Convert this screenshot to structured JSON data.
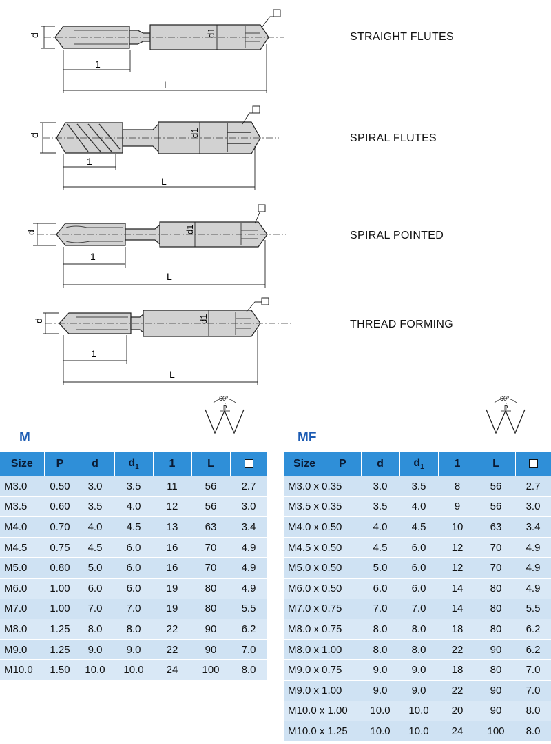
{
  "diagrams": [
    {
      "label": "STRAIGHT FLUTES",
      "dims": {
        "d": "d",
        "d1": "d1",
        "one": "1",
        "L": "L"
      }
    },
    {
      "label": "SPIRAL FLUTES",
      "dims": {
        "d": "d",
        "d1": "d1",
        "one": "1",
        "L": "L"
      }
    },
    {
      "label": "SPIRAL POINTED",
      "dims": {
        "d": "d",
        "d1": "d1",
        "one": "1",
        "L": "L"
      }
    },
    {
      "label": "THREAD FORMING",
      "dims": {
        "d": "d",
        "d1": "d1",
        "one": "1",
        "L": "L"
      }
    }
  ],
  "thread_profile": {
    "angle": "60°",
    "pitch": "P"
  },
  "tables": {
    "m": {
      "title": "M",
      "headers": [
        "Size",
        "P",
        "d",
        "d1",
        "1",
        "L",
        "□"
      ],
      "rows": [
        [
          "M3.0",
          "0.50",
          "3.0",
          "3.5",
          "11",
          "56",
          "2.7"
        ],
        [
          "M3.5",
          "0.60",
          "3.5",
          "4.0",
          "12",
          "56",
          "3.0"
        ],
        [
          "M4.0",
          "0.70",
          "4.0",
          "4.5",
          "13",
          "63",
          "3.4"
        ],
        [
          "M4.5",
          "0.75",
          "4.5",
          "6.0",
          "16",
          "70",
          "4.9"
        ],
        [
          "M5.0",
          "0.80",
          "5.0",
          "6.0",
          "16",
          "70",
          "4.9"
        ],
        [
          "M6.0",
          "1.00",
          "6.0",
          "6.0",
          "19",
          "80",
          "4.9"
        ],
        [
          "M7.0",
          "1.00",
          "7.0",
          "7.0",
          "19",
          "80",
          "5.5"
        ],
        [
          "M8.0",
          "1.25",
          "8.0",
          "8.0",
          "22",
          "90",
          "6.2"
        ],
        [
          "M9.0",
          "1.25",
          "9.0",
          "9.0",
          "22",
          "90",
          "7.0"
        ],
        [
          "M10.0",
          "1.50",
          "10.0",
          "10.0",
          "24",
          "100",
          "8.0"
        ]
      ]
    },
    "mf": {
      "title": "MF",
      "headers": [
        "Size",
        "P",
        "d",
        "d1",
        "1",
        "L",
        "□"
      ],
      "rows": [
        [
          "M3.0 x 0.35",
          "3.0",
          "3.5",
          "8",
          "56",
          "2.7"
        ],
        [
          "M3.5 x 0.35",
          "3.5",
          "4.0",
          "9",
          "56",
          "3.0"
        ],
        [
          "M4.0 x 0.50",
          "4.0",
          "4.5",
          "10",
          "63",
          "3.4"
        ],
        [
          "M4.5 x 0.50",
          "4.5",
          "6.0",
          "12",
          "70",
          "4.9"
        ],
        [
          "M5.0 x 0.50",
          "5.0",
          "6.0",
          "12",
          "70",
          "4.9"
        ],
        [
          "M6.0 x 0.50",
          "6.0",
          "6.0",
          "14",
          "80",
          "4.9"
        ],
        [
          "M7.0 x 0.75",
          "7.0",
          "7.0",
          "14",
          "80",
          "5.5"
        ],
        [
          "M8.0 x 0.75",
          "8.0",
          "8.0",
          "18",
          "80",
          "6.2"
        ],
        [
          "M8.0 x 1.00",
          "8.0",
          "8.0",
          "22",
          "90",
          "6.2"
        ],
        [
          "M9.0 x 0.75",
          "9.0",
          "9.0",
          "18",
          "80",
          "7.0"
        ],
        [
          "M9.0 x 1.00",
          "9.0",
          "9.0",
          "22",
          "90",
          "7.0"
        ],
        [
          "M10.0 x 1.00",
          "10.0",
          "10.0",
          "20",
          "90",
          "8.0"
        ],
        [
          "M10.0 x 1.25",
          "10.0",
          "10.0",
          "24",
          "100",
          "8.0"
        ]
      ]
    }
  }
}
